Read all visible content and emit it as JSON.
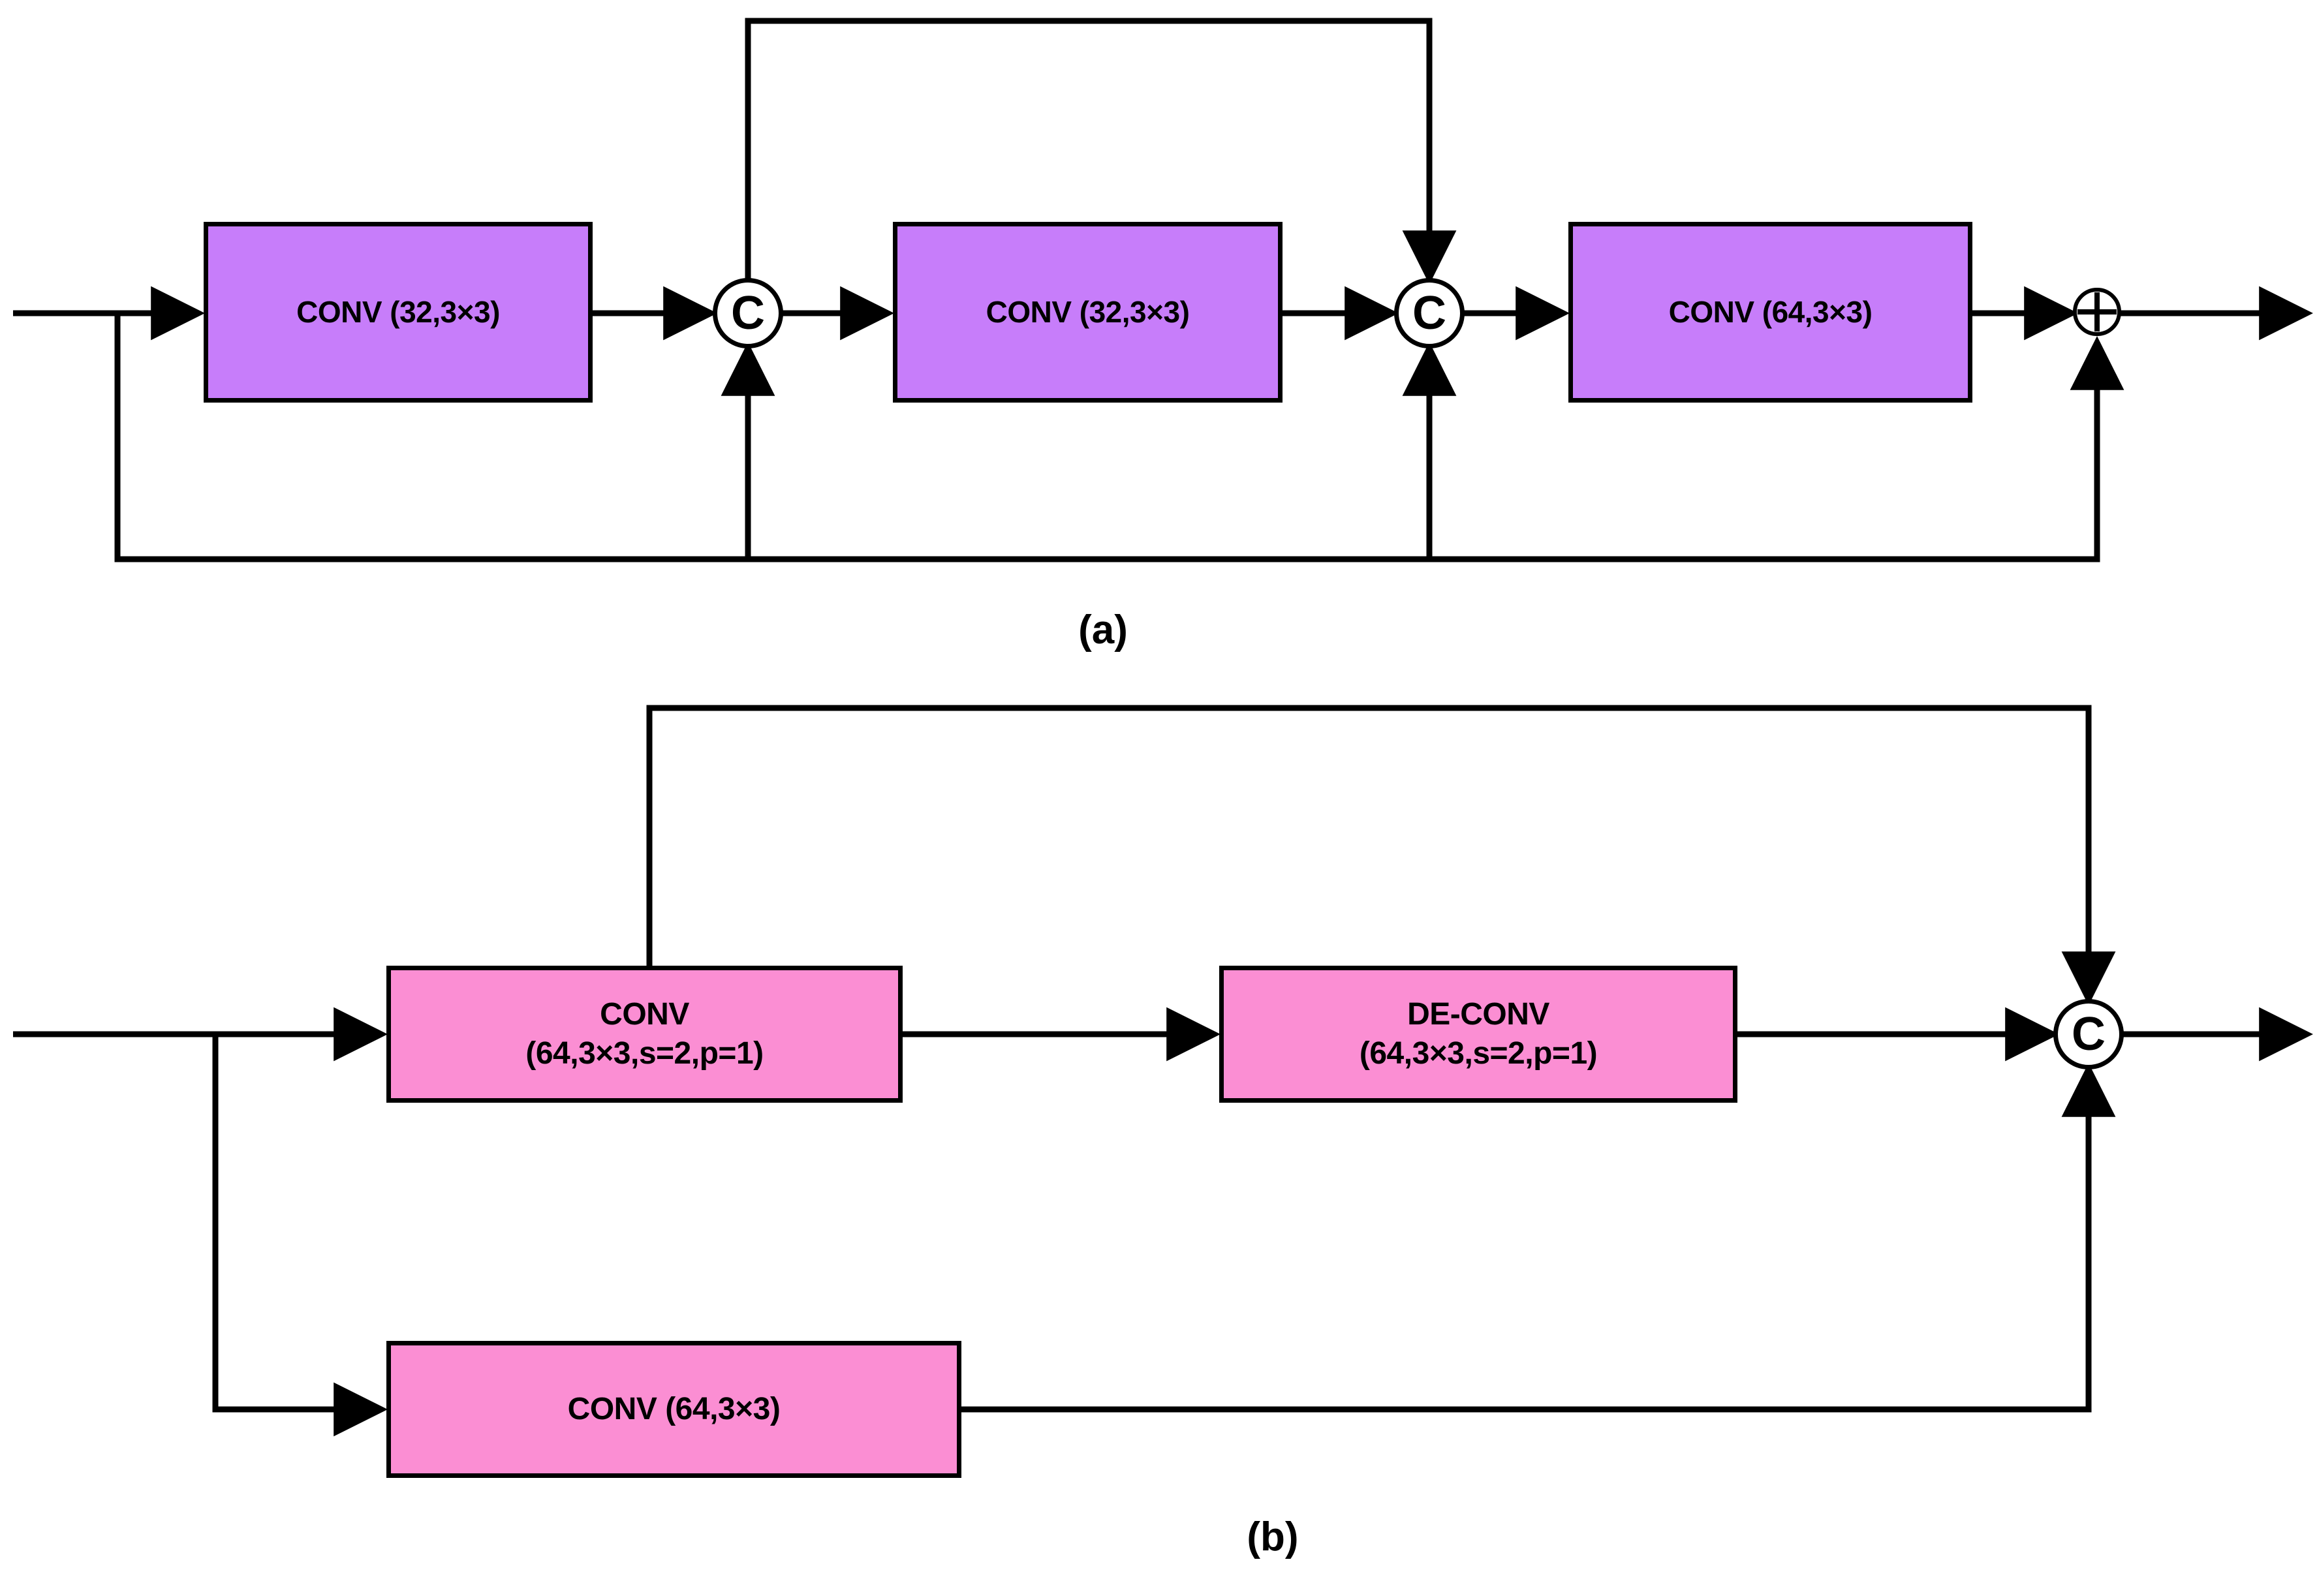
{
  "figure": {
    "type": "diagram",
    "background": "#ffffff",
    "line_color": "#000000",
    "panels": [
      {
        "id": "a",
        "caption": "(a)",
        "block_fill": "#c77dfa",
        "blocks": [
          {
            "name": "conv-32-a1",
            "label": "CONV (32,3×3)"
          },
          {
            "name": "conv-32-a2",
            "label": "CONV (32,3×3)"
          },
          {
            "name": "conv-64-a3",
            "label": "CONV (64,3×3)"
          }
        ],
        "nodes": [
          {
            "name": "concat-a1",
            "symbol": "C",
            "kind": "concat"
          },
          {
            "name": "concat-a2",
            "symbol": "C",
            "kind": "concat"
          },
          {
            "name": "add-a1",
            "symbol": "⊕",
            "kind": "add"
          }
        ]
      },
      {
        "id": "b",
        "caption": "(b)",
        "block_fill": "#fb8ed3",
        "blocks": [
          {
            "name": "conv-down-b1",
            "line1": "CONV",
            "line2": "(64,3×3,s=2,p=1)"
          },
          {
            "name": "deconv-up-b2",
            "line1": "DE-CONV",
            "line2": "(64,3×3,s=2,p=1)"
          },
          {
            "name": "conv-64-b3",
            "line1": "CONV (64,3×3)",
            "line2": ""
          }
        ],
        "nodes": [
          {
            "name": "concat-b1",
            "symbol": "C",
            "kind": "concat"
          }
        ]
      }
    ]
  }
}
